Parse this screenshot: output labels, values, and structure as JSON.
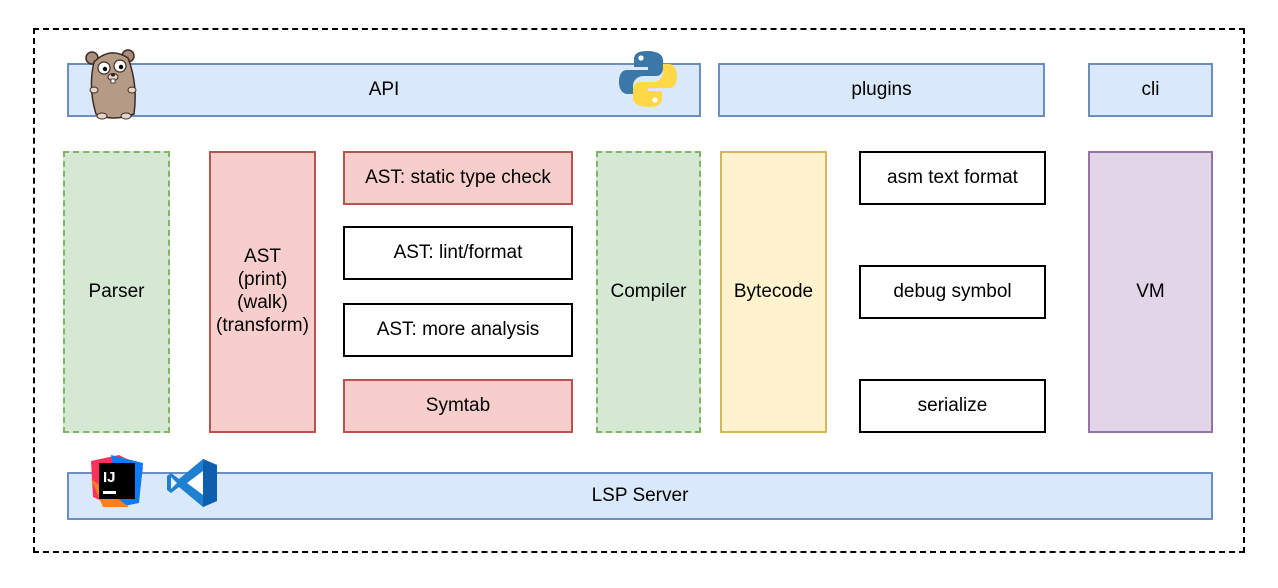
{
  "diagram": {
    "top_row": {
      "api": "API",
      "plugins": "plugins",
      "cli": "cli"
    },
    "columns": {
      "parser": "Parser",
      "ast": [
        "AST",
        "(print)",
        "(walk)",
        "(transform)"
      ],
      "ast_static_type_check": "AST: static type check",
      "ast_lint_format": "AST: lint/format",
      "ast_more_analysis": "AST: more analysis",
      "symtab": "Symtab",
      "compiler": "Compiler",
      "bytecode": "Bytecode",
      "asm_text_format": "asm text format",
      "debug_symbol": "debug symbol",
      "serialize": "serialize",
      "vm": "VM"
    },
    "bottom_row": {
      "lsp_server": "LSP Server"
    },
    "icons": {
      "gopher": "gopher-mascot-icon",
      "python": "python-logo-icon",
      "intellij": "intellij-idea-logo-icon",
      "vscode": "vscode-logo-icon",
      "intellij_mark": "IJ"
    },
    "colors": {
      "blue_fill": "#dae8fc",
      "blue_stroke": "#6c8ebf",
      "green_fill": "#d5e8d4",
      "green_stroke": "#82b366",
      "red_fill": "#f8cecc",
      "red_stroke": "#b85450",
      "yellow_fill": "#fff2cc",
      "yellow_stroke": "#d6b656",
      "purple_fill": "#e1d5e7",
      "purple_stroke": "#9673a6"
    }
  }
}
